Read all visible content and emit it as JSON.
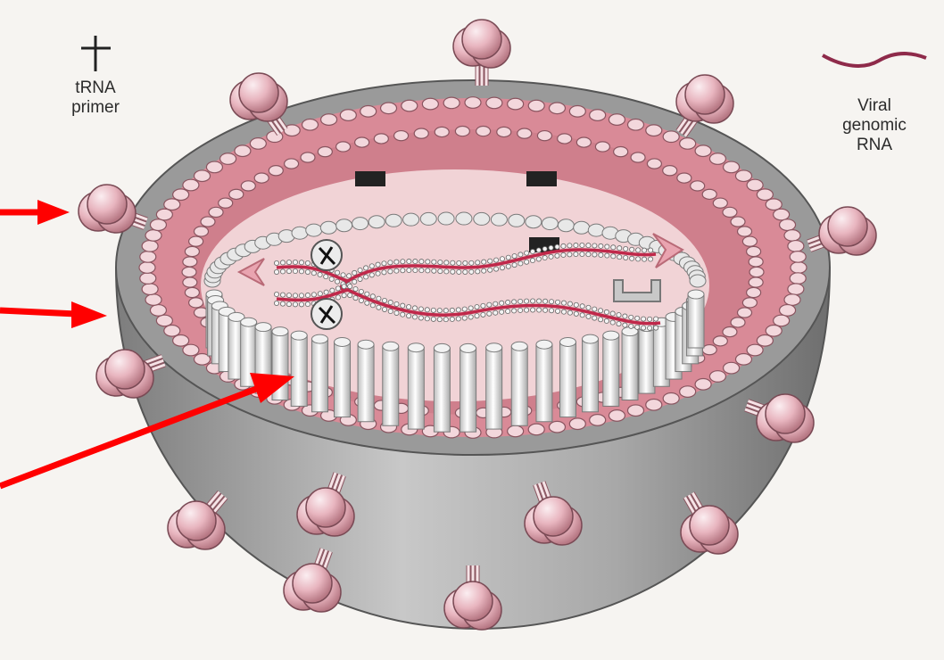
{
  "legend": {
    "trna_primer": {
      "line1": "tRNA",
      "line2": "primer",
      "symbol": "plus-cross-icon"
    },
    "viral_rna": {
      "line1": "Viral",
      "line2": "genomic",
      "line3": "RNA",
      "symbol": "wavy-line-icon"
    }
  },
  "colors": {
    "background": "#f6f4f1",
    "outer_shell": "#a9a9a9",
    "matrix_pink": "#d98a97",
    "lipid_bead": "#f3d7dc",
    "capsid_column": "#e6e6e6",
    "interior_pink": "#f1d3d6",
    "rna_line": "#c0284a",
    "pointer_arrow": "#ff0000",
    "knob": "#e8b5bf"
  },
  "pointer_arrows": [
    {
      "name": "arrow-envelope-glycoprotein"
    },
    {
      "name": "arrow-lipid-bilayer"
    },
    {
      "name": "arrow-capsid"
    }
  ]
}
